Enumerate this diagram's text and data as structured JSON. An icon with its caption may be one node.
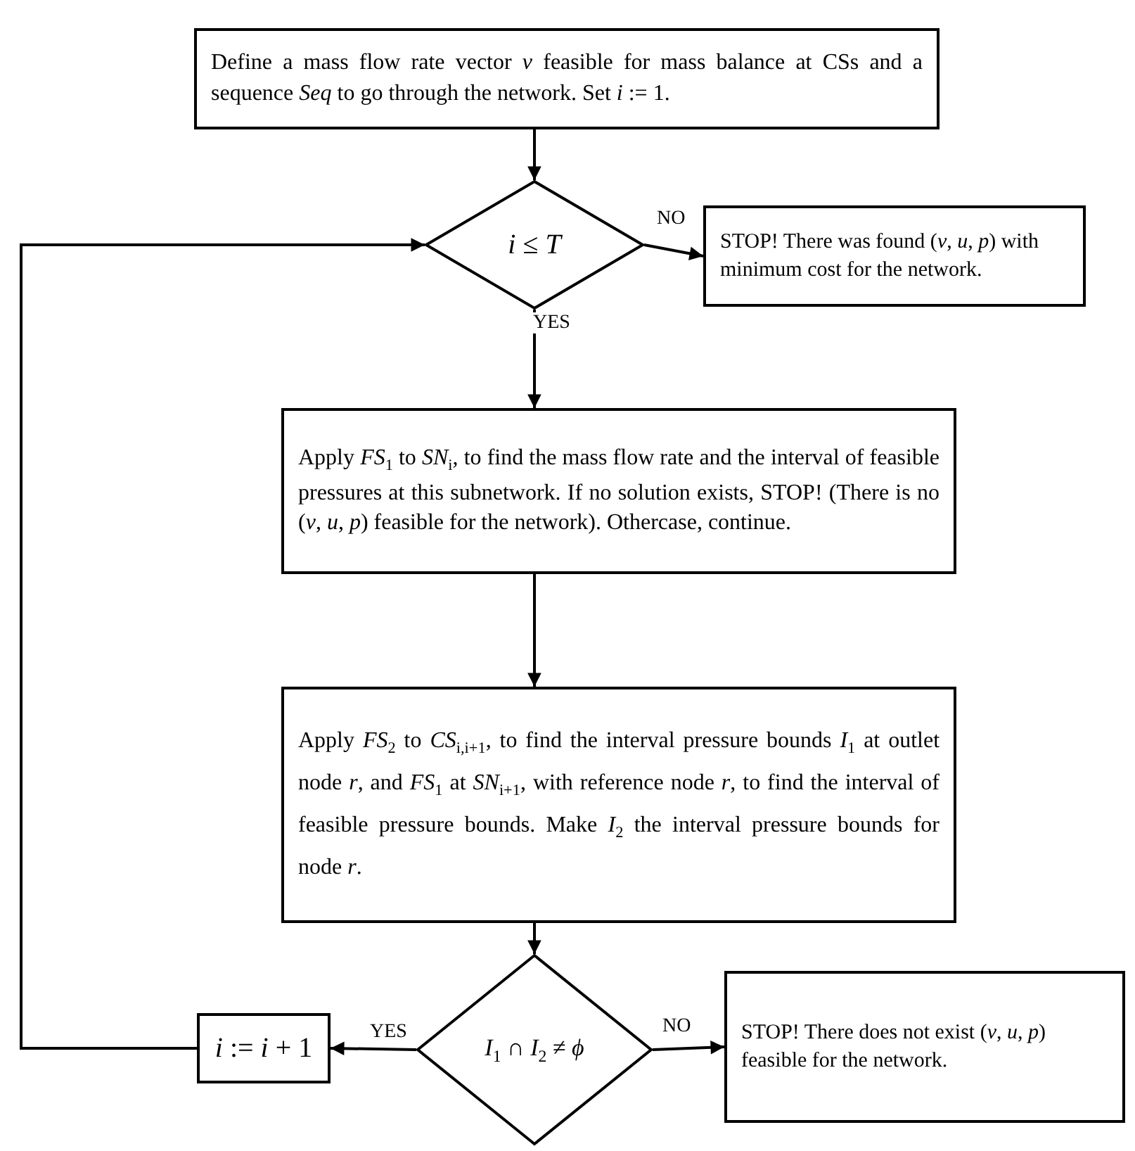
{
  "diagram": {
    "nodes": [
      {
        "text": [
          "Define a mass flow rate vector *v* feasible for mass balance at CSs and a sequence *Seq* to go through the network. Set *i* := 1."
        ]
      },
      {
        "text": [
          "*i* ≤ *T*"
        ]
      },
      {
        "text": [
          "STOP! There was found (*v*, *u*, *p*) with minimum cost for the network."
        ]
      },
      {
        "text": [
          "Apply *FS*$_{1}$ to *SN*$_{i}$, to find the mass flow rate and the interval of feasible pressures at this subnetwork. If no solution exists, STOP! (There is no (*v*, *u*, *p*) feasible for the network). Othercase, continue."
        ]
      },
      {
        "text": [
          "Apply *FS*$_{2}$ to *CS*$_{i,i+1}$, to find the interval pressure bounds *I*$_{1}$ at outlet node *r*, and *FS*$_{1}$ at *SN*$_{i+1}$, with reference node *r*, to find the interval of feasible pressure bounds. Make *I*$_{2}$ the interval pressure bounds for node *r*."
        ]
      },
      {
        "text": [
          "*I*$_{1}$ ∩ *I*$_{2}$ ≠ *ϕ*"
        ]
      },
      {
        "text": [
          "STOP! There does not exist (*v*, *u*, *p*) feasible for the network."
        ]
      },
      {
        "text": [
          "*i* := *i* + 1"
        ]
      }
    ],
    "edges": [
      {
        "from": 0,
        "to": 1,
        "arrow": "to"
      },
      {
        "from": 1,
        "to": 2,
        "arrow": "to",
        "label": "NO"
      },
      {
        "from": 1,
        "to": 3,
        "arrow": "to",
        "label": "YES"
      },
      {
        "from": 3,
        "to": 4,
        "arrow": "to"
      },
      {
        "from": 4,
        "to": 5,
        "arrow": "to"
      },
      {
        "from": 5,
        "to": 6,
        "arrow": "to",
        "label": "NO"
      },
      {
        "from": 5,
        "to": 7,
        "arrow": "to",
        "label": "YES"
      },
      {
        "from": 7,
        "to": 1,
        "arrow": "to"
      }
    ]
  }
}
